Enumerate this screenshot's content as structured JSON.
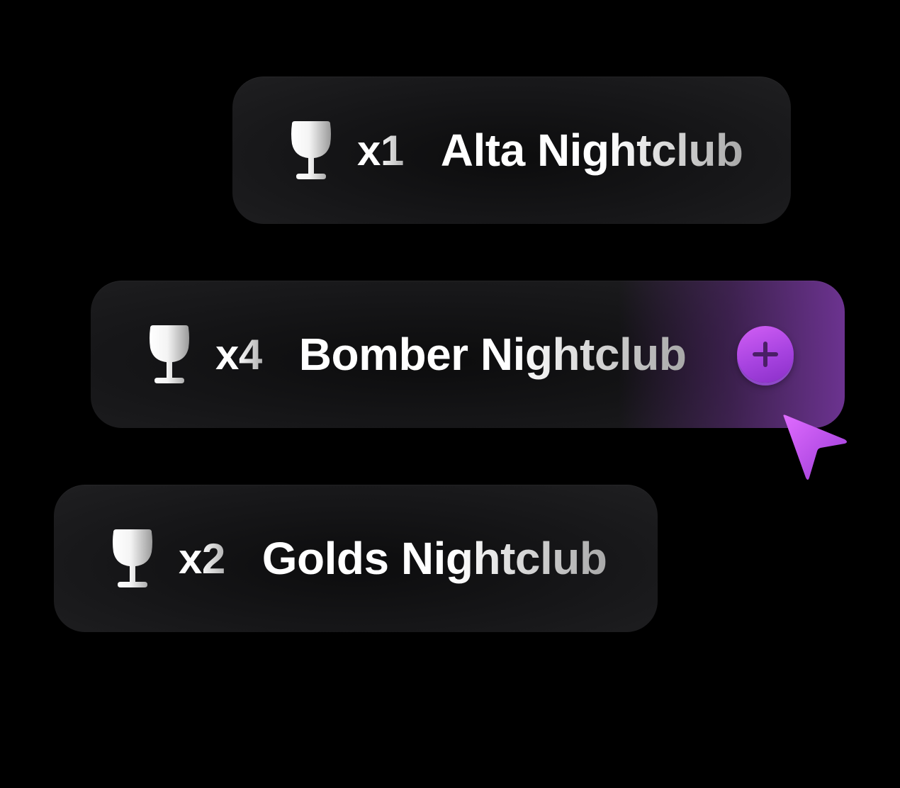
{
  "venues": [
    {
      "quantity": "x1",
      "name": "Alta Nightclub",
      "icon": "wine-glass-icon"
    },
    {
      "quantity": "x4",
      "name": "Bomber Nightclub",
      "icon": "wine-glass-icon",
      "selected": true,
      "action": "add-button"
    },
    {
      "quantity": "x2",
      "name": "Golds Nightclub",
      "icon": "wine-glass-icon"
    }
  ],
  "colors": {
    "background": "#000000",
    "card": "#161618",
    "accent": "#a743e0",
    "accent_light": "#d25ff5",
    "cursor": "#c050f0"
  }
}
